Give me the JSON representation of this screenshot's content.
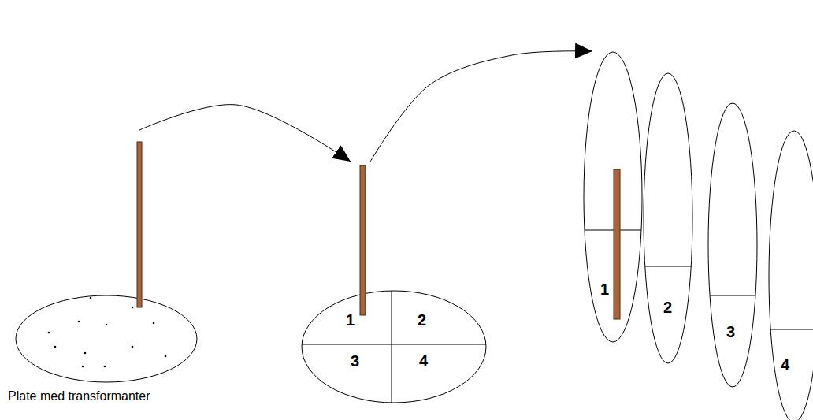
{
  "diagram": {
    "nodes": [
      {
        "text": [
          "Plate med transformanter"
        ]
      },
      {
        "text": [
          "1",
          "2",
          "3",
          "4"
        ]
      },
      {
        "text": [
          "1"
        ]
      },
      {
        "text": [
          "2"
        ]
      },
      {
        "text": [
          "3"
        ]
      },
      {
        "text": [
          "4"
        ]
      }
    ],
    "edges": [
      {
        "from": 0,
        "to": 1,
        "arrow": "to"
      },
      {
        "from": 1,
        "to": 2,
        "arrow": "to"
      }
    ]
  }
}
